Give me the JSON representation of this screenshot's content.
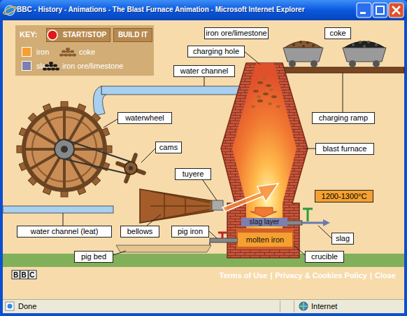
{
  "diagram": {
    "title": "BBC - History - Animations - The Blast Furnace Animation - Microsoft Internet Explorer",
    "nodes": [
      {
        "text": [
          "KEY:"
        ]
      },
      {
        "text": [
          "START/STOP"
        ],
        "in": 0
      },
      {
        "text": [
          "BUILD IT"
        ],
        "in": 0
      },
      {
        "text": [
          "iron ore/limestone"
        ]
      },
      {
        "text": [
          "coke"
        ]
      },
      {
        "text": [
          "charging hole"
        ]
      },
      {
        "text": [
          "water channel"
        ]
      },
      {
        "text": [
          "charging ramp"
        ]
      },
      {
        "text": [
          "waterwheel"
        ]
      },
      {
        "text": [
          "cams"
        ]
      },
      {
        "text": [
          "blast furnace"
        ]
      },
      {
        "text": [
          "tuyere"
        ]
      },
      {
        "text": [
          "1200-1300°C"
        ]
      },
      {
        "text": [
          "slag layer"
        ]
      },
      {
        "text": [
          "slag"
        ]
      },
      {
        "text": [
          "water channel (leat)"
        ]
      },
      {
        "text": [
          "bellows"
        ]
      },
      {
        "text": [
          "pig iron"
        ]
      },
      {
        "text": [
          "molten iron"
        ]
      },
      {
        "text": [
          "crucible"
        ]
      },
      {
        "text": [
          "pig bed"
        ]
      }
    ],
    "labels": [
      "BBC",
      "Terms of Use",
      "|",
      "Privacy & Cookies Policy",
      "|",
      "Close",
      "Done",
      "Internet"
    ],
    "legend": [
      {
        "text": "iron",
        "color": "#f5a030"
      },
      {
        "text": "coke"
      },
      {
        "text": "slag",
        "color": "#7b80b0"
      },
      {
        "text": "iron ore/limestone"
      }
    ]
  }
}
